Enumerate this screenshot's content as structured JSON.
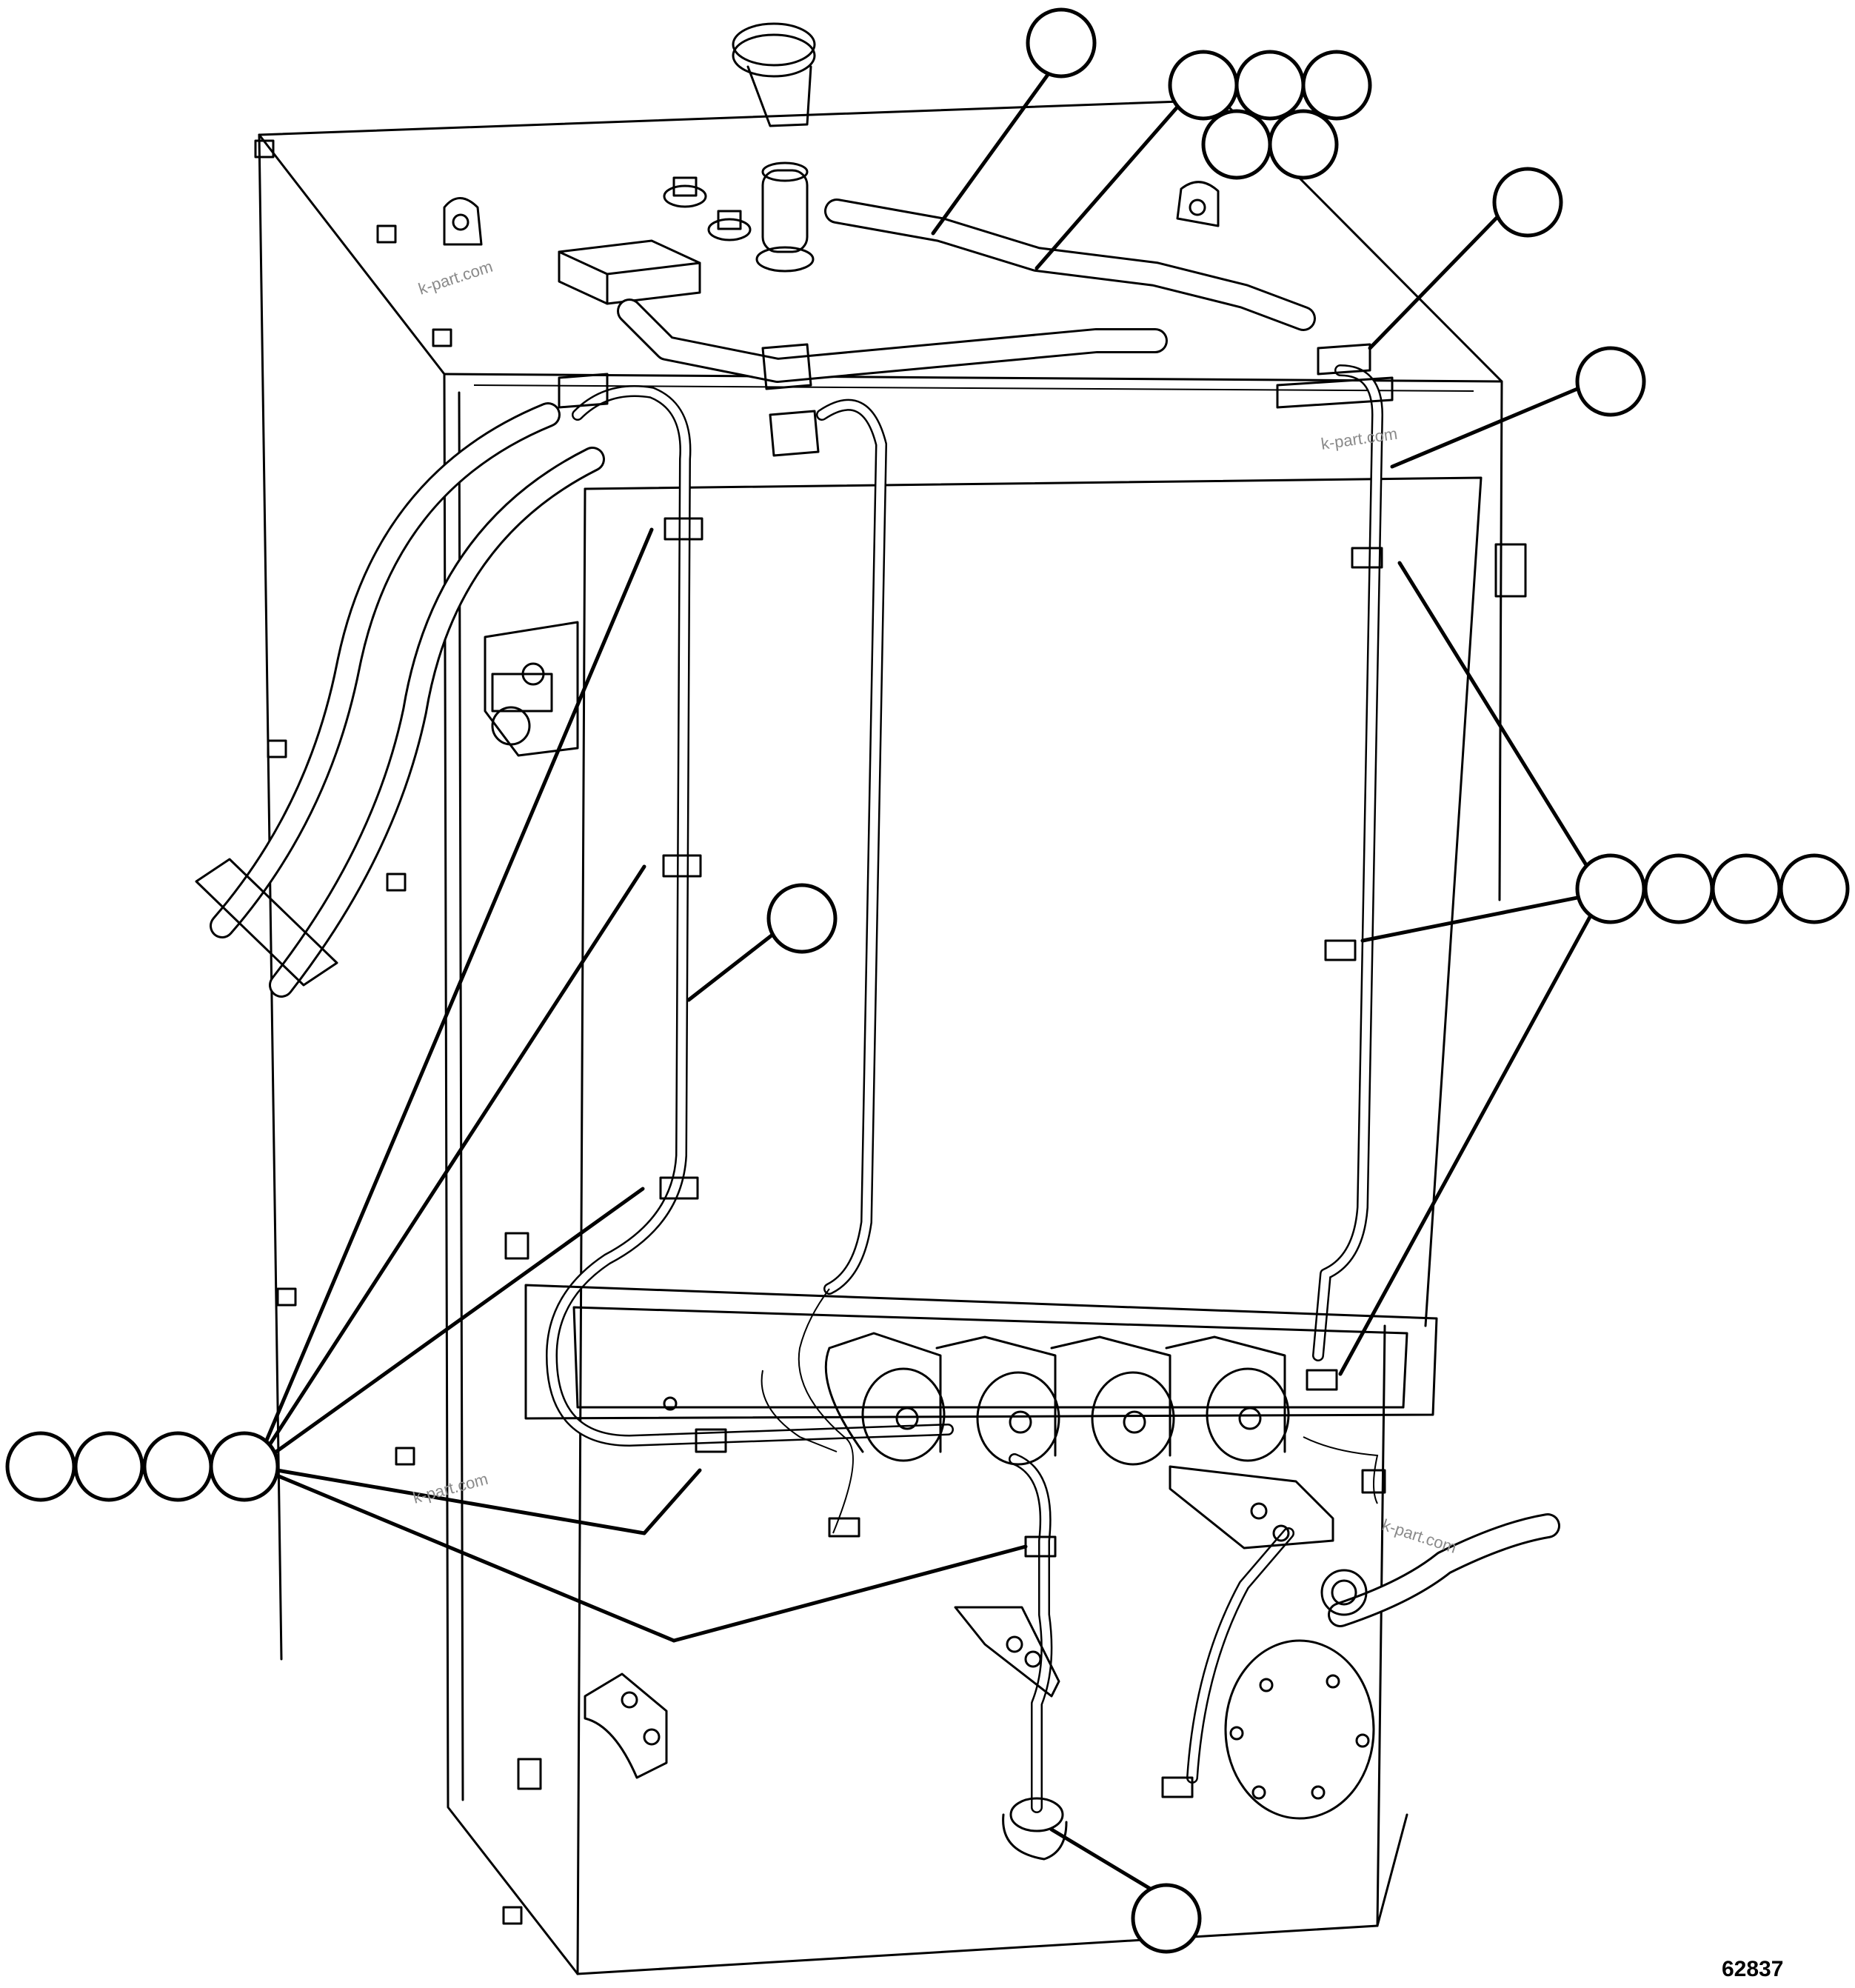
{
  "drawing": {
    "number": "62837",
    "watermarks": [
      "k-part.com",
      "k-part.com",
      "k-part.com",
      "k-part.com"
    ]
  },
  "callouts": [
    {
      "id": "callout-top-hose",
      "count": 1
    },
    {
      "id": "callout-clamp-group-top",
      "count": 5
    },
    {
      "id": "callout-bracket-top-right",
      "count": 1
    },
    {
      "id": "callout-right-tube",
      "count": 1
    },
    {
      "id": "callout-clamp-group-right",
      "count": 4
    },
    {
      "id": "callout-center-tube",
      "count": 1
    },
    {
      "id": "callout-clamp-group-left",
      "count": 4
    },
    {
      "id": "callout-bottom-fitting",
      "count": 1
    }
  ]
}
